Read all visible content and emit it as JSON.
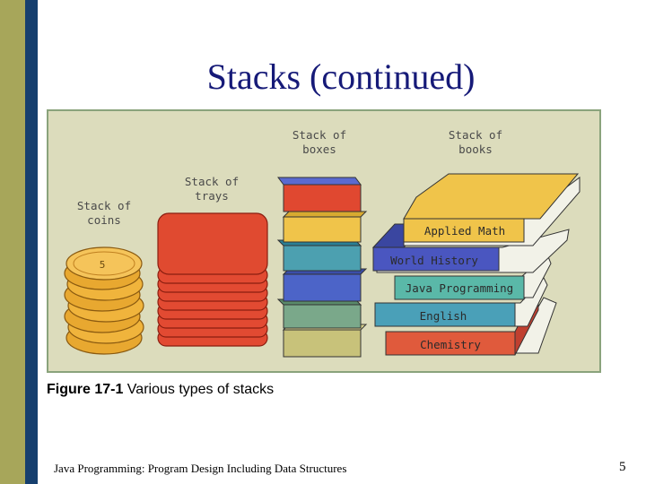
{
  "slide": {
    "title": "Stacks (continued)",
    "footer": "Java Programming: Program Design Including Data Structures",
    "page_number": "5"
  },
  "figure": {
    "caption_bold": "Figure 17-1",
    "caption_text": " Various types of stacks",
    "labels": {
      "coins": [
        "Stack of",
        "coins"
      ],
      "trays": [
        "Stack of",
        "trays"
      ],
      "boxes": [
        "Stack of",
        "boxes"
      ],
      "books": [
        "Stack of",
        "books"
      ]
    },
    "coin_face_value": "5",
    "books": [
      "Applied Math",
      "World History",
      "Java Programming",
      "English",
      "Chemistry"
    ]
  }
}
